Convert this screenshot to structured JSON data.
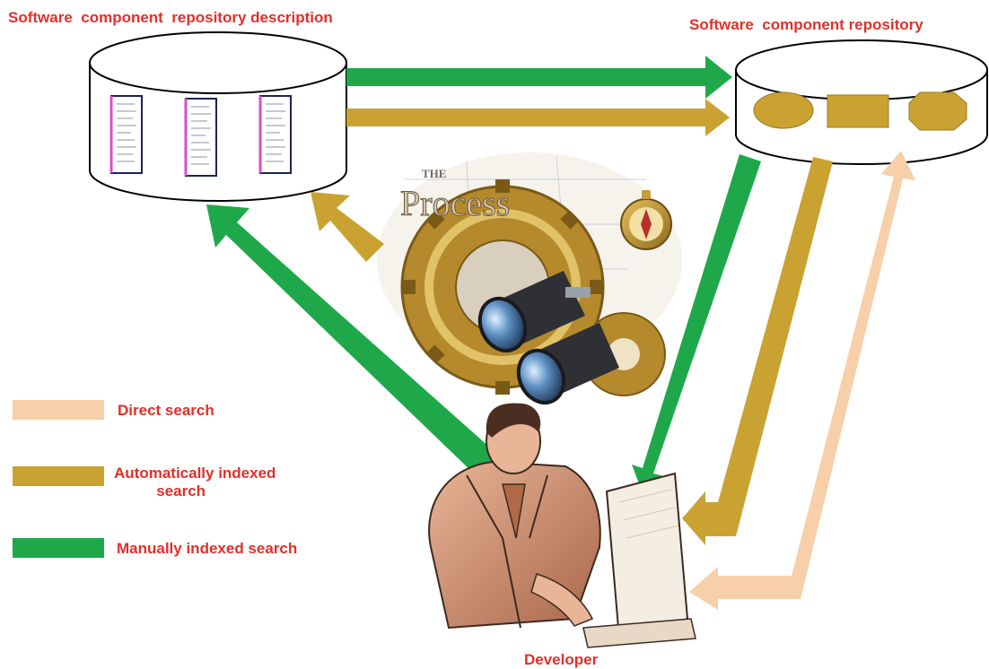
{
  "labels": {
    "repo_description": "Software  component  repository description",
    "repo": "Software  component repository",
    "developer": "Developer"
  },
  "illustration": {
    "process_word": "Process",
    "process_prefix": "THE"
  },
  "legend": [
    {
      "id": "direct",
      "label": "Direct search",
      "color": "#f7cfa8"
    },
    {
      "id": "auto",
      "label": "Automatically indexed\n          search",
      "color": "#c9a232"
    },
    {
      "id": "manual",
      "label": "Manually indexed search",
      "color": "#1fa84a"
    }
  ],
  "colors": {
    "direct": "#f7cfa8",
    "auto": "#c9a232",
    "manual": "#1fa84a",
    "label_text": "#e0302b"
  }
}
